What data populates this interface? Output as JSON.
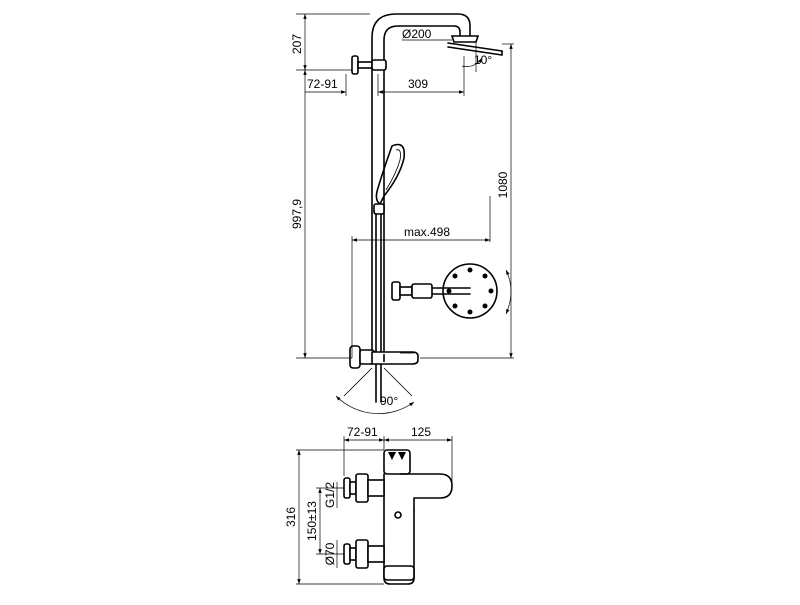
{
  "dimensions": {
    "top_height": "207",
    "bracket_offset_upper": "72-91",
    "head_arm_length": "309",
    "head_diameter": "Ø200",
    "head_tilt": "10°",
    "total_height_left": "997,9",
    "total_height_right": "1080",
    "max_reach": "max.498",
    "rotation_angle": "90°",
    "mixer_offset": "72-91",
    "mixer_projection": "125",
    "mixer_height": "316",
    "center_distance": "150±13",
    "connection_thread": "G1/2",
    "rosette_diameter": "Ø70"
  }
}
